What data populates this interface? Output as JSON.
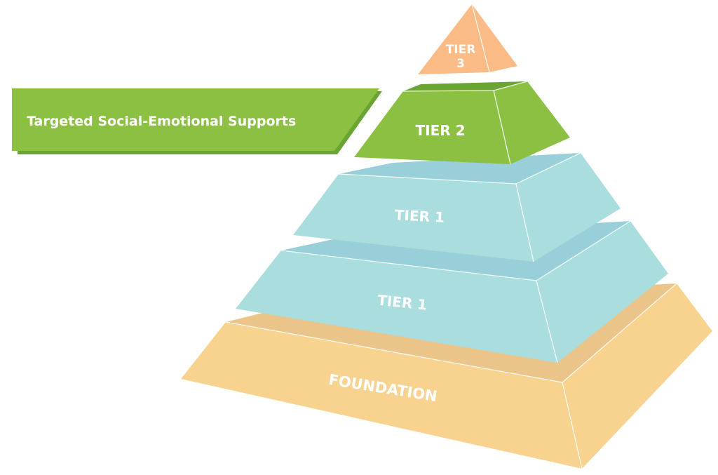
{
  "title": "Pyramid of social-emotional support tiers",
  "callout": {
    "text": "Targeted Social-Emotional Supports",
    "points_to": "TIER 2"
  },
  "tiers": [
    {
      "id": "tier3",
      "label_line1": "TIER",
      "label_line2": "3"
    },
    {
      "id": "tier2",
      "label": "TIER 2"
    },
    {
      "id": "tier1-upper",
      "label": "TIER 1"
    },
    {
      "id": "tier1-lower",
      "label": "TIER 1"
    },
    {
      "id": "foundation",
      "label": "FOUNDATION"
    }
  ],
  "colors": {
    "tier3_front": "#fbbb86",
    "tier3_side": "#fbbb86",
    "tier2_front": "#8bc043",
    "tier2_top": "#6aa533",
    "tier2_side": "#8bc043",
    "tier1_front": "#aadddd",
    "tier1_top": "#98cfd8",
    "foundation_front": "#f8d38f",
    "foundation_top": "#ebc489",
    "callout_fill": "#8bc043",
    "callout_shadow": "#6aa533",
    "label_text": "#ffffff"
  }
}
